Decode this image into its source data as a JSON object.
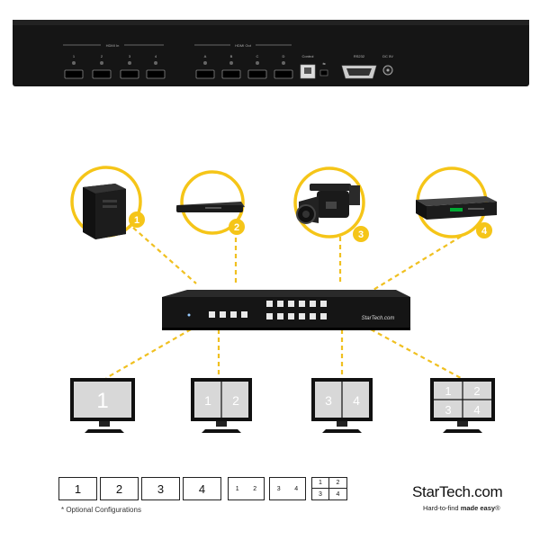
{
  "rear_panel": {
    "group_in_label": "HDMI In",
    "group_out_label": "HDMI Out",
    "in_ports": [
      "1",
      "2",
      "3",
      "4"
    ],
    "out_ports": [
      "A",
      "B",
      "C",
      "D"
    ],
    "control_label": "Control",
    "rs232_label": "RS232",
    "dc_label": "DC 5V"
  },
  "sources": [
    {
      "number": "1",
      "icon": "pc-tower-icon"
    },
    {
      "number": "2",
      "icon": "media-player-icon"
    },
    {
      "number": "3",
      "icon": "camcorder-icon"
    },
    {
      "number": "4",
      "icon": "set-top-box-icon"
    }
  ],
  "switch": {
    "brand": "StarTech.com"
  },
  "displays": [
    {
      "layout": "single",
      "cells": [
        "1"
      ]
    },
    {
      "layout": "split-2",
      "cells": [
        "1",
        "2"
      ]
    },
    {
      "layout": "split-2",
      "cells": [
        "3",
        "4"
      ]
    },
    {
      "layout": "quad",
      "cells": [
        "1",
        "2",
        "3",
        "4"
      ]
    }
  ],
  "configurations": {
    "single": [
      "1",
      "2",
      "3",
      "4"
    ],
    "pairs": [
      [
        "1",
        "2"
      ],
      [
        "3",
        "4"
      ]
    ],
    "quad": [
      "1",
      "2",
      "3",
      "4"
    ],
    "footnote": "* Optional Configurations"
  },
  "branding": {
    "logo_main": "StarTech",
    "logo_dot": ".",
    "logo_suffix": "com",
    "tagline_start": "Hard-to-find ",
    "tagline_bold": "made easy",
    "tagline_mark": "®"
  },
  "colors": {
    "accent": "#f5c518",
    "device": "#1a1a1a",
    "line": "#f0c020"
  }
}
